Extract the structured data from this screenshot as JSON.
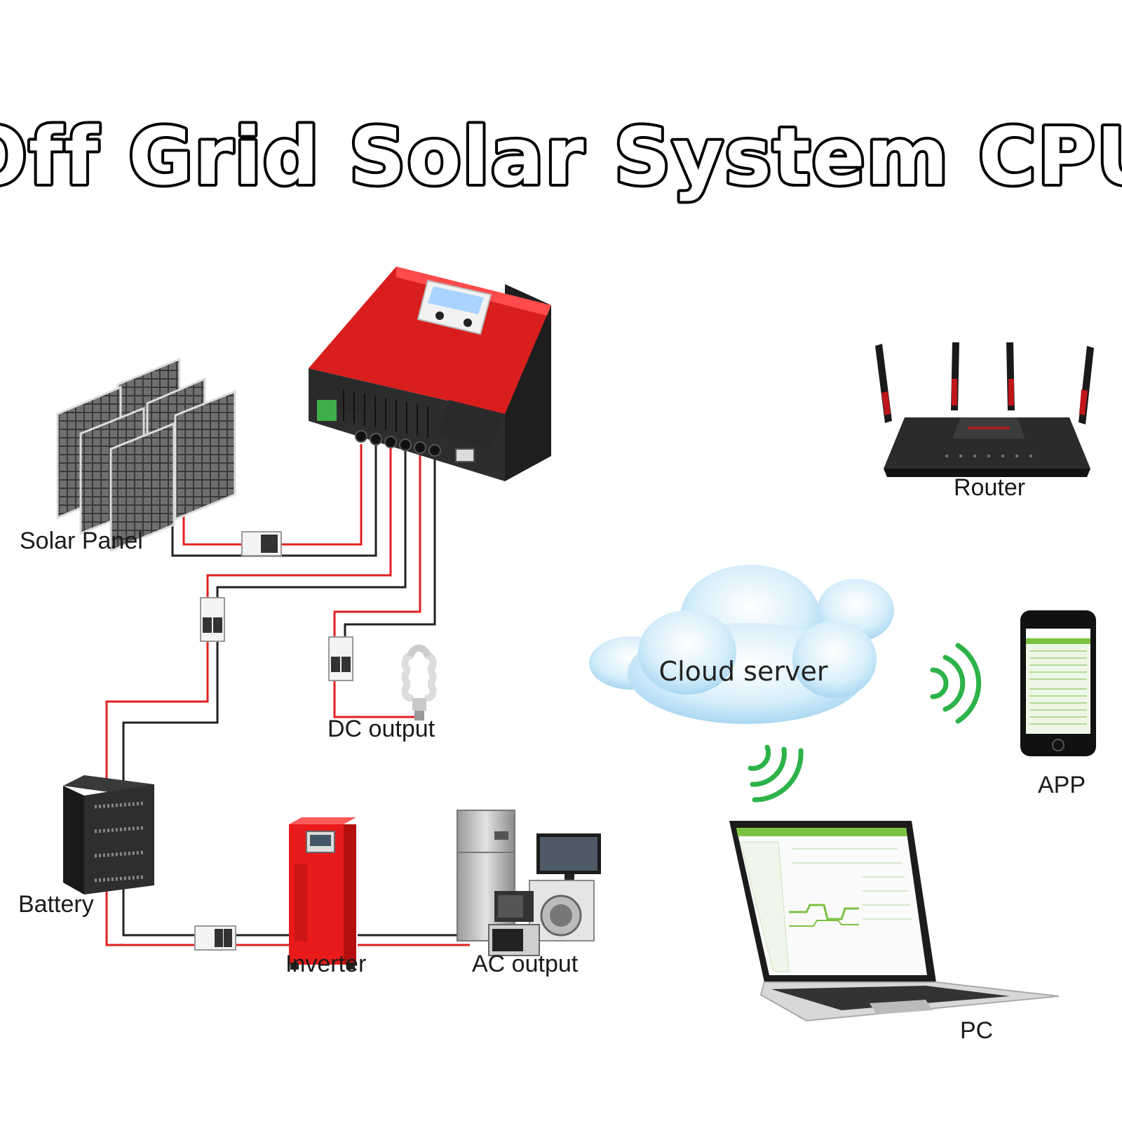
{
  "title": "Off Grid Solar System CPU",
  "labels": {
    "solar_panel": "Solar Panel",
    "battery": "Battery",
    "dc_output": "DC output",
    "inverter": "Inverter",
    "ac_output": "AC output",
    "router": "Router",
    "cloud_server": "Cloud server",
    "app": "APP",
    "pc": "PC"
  },
  "colors": {
    "wire_positive": "#e02020",
    "wire_negative": "#222222",
    "controller_red": "#d91e1e",
    "controller_black": "#2a2a2a",
    "wifi_green": "#2db34a",
    "cloud_blue": "#bfe3f7",
    "screen_green": "#7cc242",
    "router_accent": "#c0151a"
  },
  "icons": [
    "solar-panel-icon",
    "charge-controller-icon",
    "circuit-breaker-icon",
    "battery-cabinet-icon",
    "inverter-icon",
    "light-bulb-icon",
    "appliances-icon",
    "router-icon",
    "cloud-icon",
    "wifi-signal-icon",
    "smartphone-icon",
    "laptop-icon"
  ]
}
